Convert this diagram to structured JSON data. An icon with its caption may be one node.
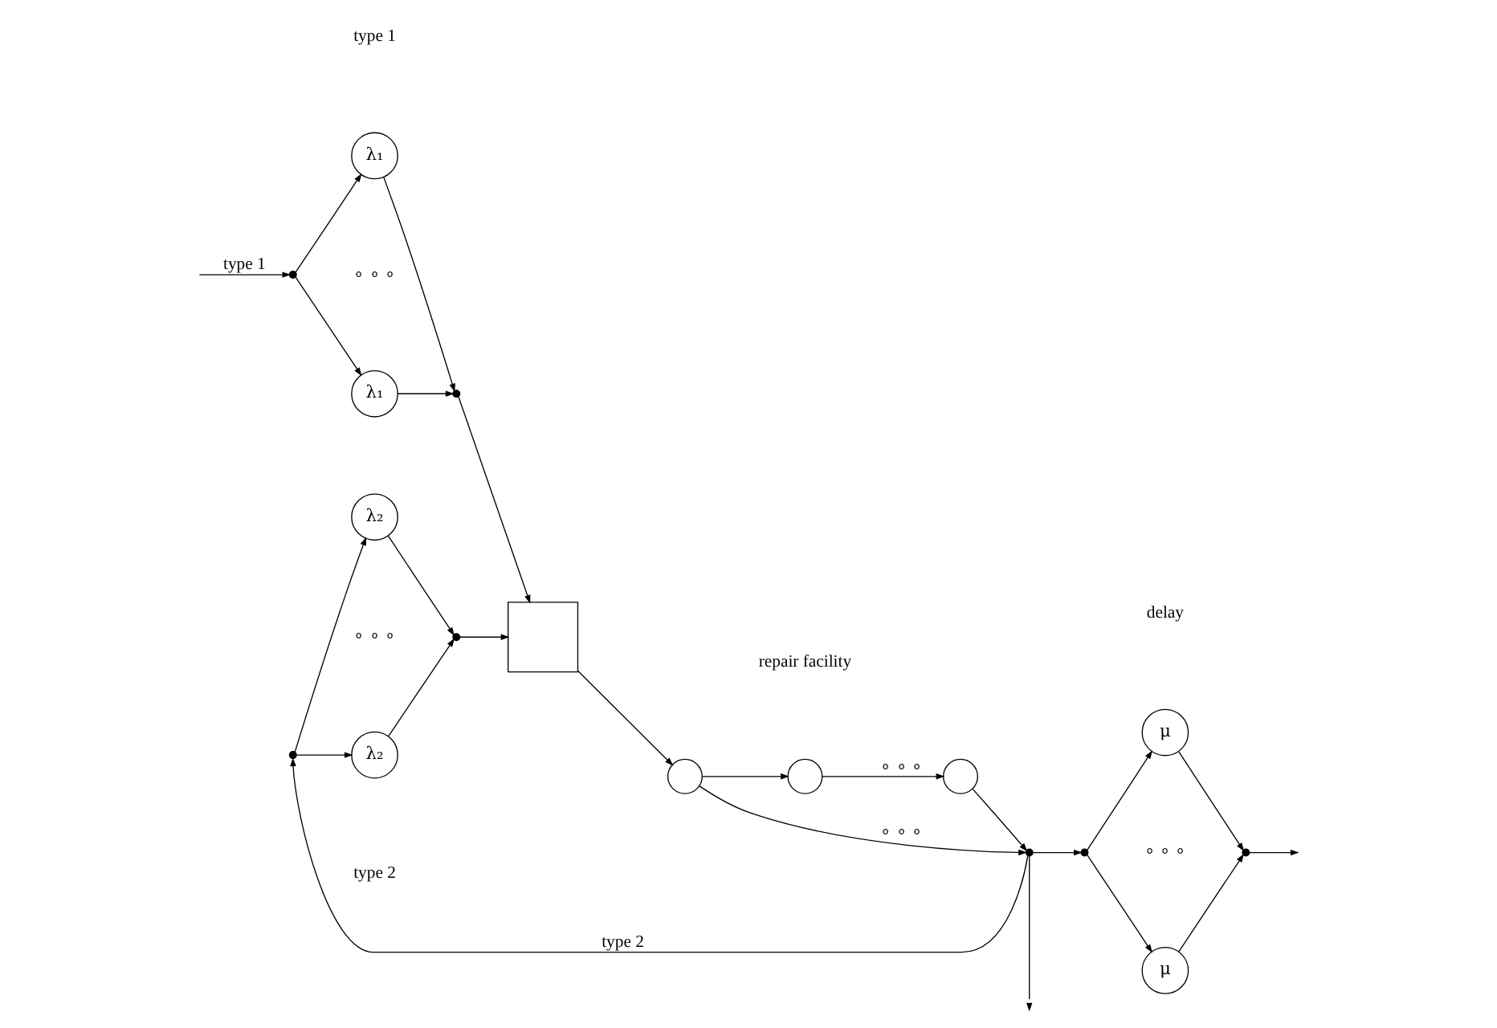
{
  "diagram": {
    "nodes": [
      {
        "text": [],
        "shape": "point"
      },
      {
        "text": [
          "λ₁"
        ]
      },
      {
        "text": [
          "λ₁"
        ]
      },
      {
        "text": [],
        "shape": "point"
      },
      {
        "text": [],
        "shape": "point"
      },
      {
        "text": [
          "λ₂"
        ]
      },
      {
        "text": [
          "λ₂"
        ]
      },
      {
        "text": [],
        "shape": "point"
      },
      {
        "text": [],
        "shape": "box"
      },
      {
        "text": [],
        "shape": "circle"
      },
      {
        "text": [],
        "shape": "circle"
      },
      {
        "text": [],
        "shape": "circle"
      },
      {
        "text": [],
        "shape": "point"
      },
      {
        "text": [],
        "shape": "point"
      },
      {
        "text": [
          "μ"
        ]
      },
      {
        "text": [
          "μ"
        ]
      },
      {
        "text": [],
        "shape": "point"
      }
    ],
    "edges": [
      {
        "from": null,
        "to": 0,
        "arrow": "to",
        "label": "type 1"
      },
      {
        "from": 0,
        "to": 1,
        "arrow": "to"
      },
      {
        "from": 0,
        "to": 2,
        "arrow": "to"
      },
      {
        "from": 1,
        "to": 3,
        "arrow": "to"
      },
      {
        "from": 2,
        "to": 3,
        "arrow": "to"
      },
      {
        "from": 3,
        "to": 8,
        "arrow": "to"
      },
      {
        "from": 4,
        "to": 5,
        "arrow": "to"
      },
      {
        "from": 4,
        "to": 6,
        "arrow": "to"
      },
      {
        "from": 5,
        "to": 7,
        "arrow": "to"
      },
      {
        "from": 6,
        "to": 7,
        "arrow": "to"
      },
      {
        "from": 7,
        "to": 8,
        "arrow": "to"
      },
      {
        "from": 8,
        "to": 9,
        "arrow": "to"
      },
      {
        "from": 9,
        "to": 10,
        "arrow": "to"
      },
      {
        "from": 10,
        "to": 11,
        "arrow": "to",
        "label": "∘ ∘ ∘"
      },
      {
        "from": 9,
        "to": 12,
        "arrow": "to",
        "label": "∘ ∘ ∘"
      },
      {
        "from": 11,
        "to": 12,
        "arrow": "to"
      },
      {
        "from": 12,
        "to": 13,
        "arrow": "to"
      },
      {
        "from": 13,
        "to": 14,
        "arrow": "to"
      },
      {
        "from": 13,
        "to": 15,
        "arrow": "to"
      },
      {
        "from": 14,
        "to": 16,
        "arrow": "to"
      },
      {
        "from": 15,
        "to": 16,
        "arrow": "to"
      },
      {
        "from": 16,
        "to": null,
        "arrow": "to"
      },
      {
        "from": 12,
        "to": 4,
        "arrow": "to",
        "label": "type 2"
      },
      {
        "from": 12,
        "to": null,
        "arrow": "to"
      }
    ],
    "labels": [
      "type 1",
      "∘ ∘ ∘",
      "∘ ∘ ∘",
      "type 2",
      "repair facility",
      "delay",
      "∘ ∘ ∘"
    ]
  }
}
